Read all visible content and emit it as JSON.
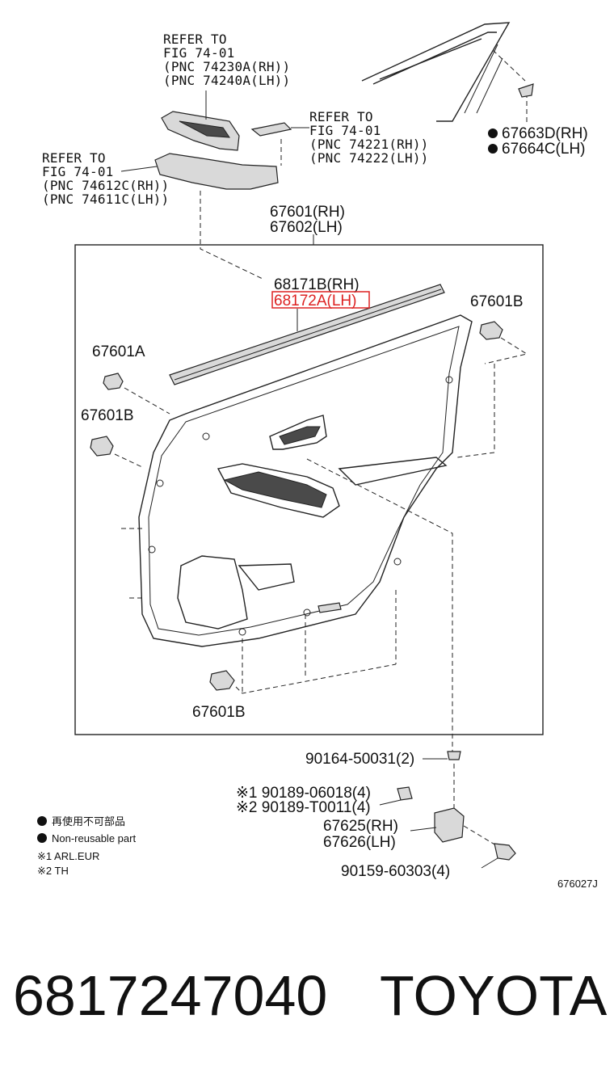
{
  "refer_switch_base": [
    "REFER TO",
    "FIG 74-01",
    "(PNC 74230A(RH))",
    "(PNC 74240A(LH))"
  ],
  "refer_pocket": [
    "REFER TO",
    "FIG 74-01",
    "(PNC 74221(RH))",
    "(PNC 74222(LH))"
  ],
  "refer_armrest": [
    "REFER TO",
    "FIG 74-01",
    "(PNC 74612C(RH))",
    "(PNC 74611C(LH))"
  ],
  "panel_assy": [
    "67601(RH)",
    "67602(LH)"
  ],
  "weatherstrip": {
    "rh": "68171B(RH)",
    "lh": "68172A(LH)"
  },
  "clip_a": "67601A",
  "clip_b": "67601B",
  "glass_cover": [
    "67663D(RH)",
    "67664C(LH)"
  ],
  "screw_1": "90164-50031(2)",
  "nut_1": "※1  90189-06018(4)",
  "nut_2": "※2  90189-T0011(4)",
  "bracket": [
    "67625(RH)",
    "67626(LH)"
  ],
  "screw_2": "90159-60303(4)",
  "legend": {
    "jp": "再使用不可部品",
    "en": "Non-reusable part",
    "note1": "※1 ARL.EUR",
    "note2": "※2 TH"
  },
  "figure_id": "676027J",
  "part_number": "6817247040",
  "brand": "TOYOTA",
  "colors": {
    "highlight": "#dd2222",
    "line": "#222222"
  }
}
